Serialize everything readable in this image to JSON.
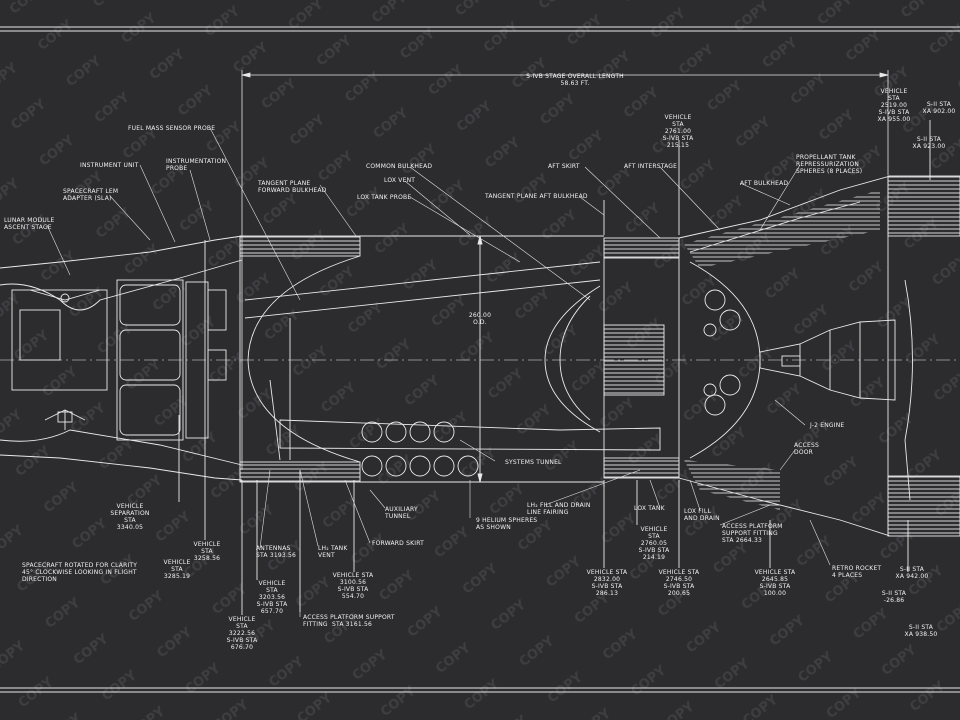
{
  "diagram": {
    "watermark": "COPY",
    "overall_length_title": "S-IVB STAGE OVERALL LENGTH",
    "overall_length_value": "58.63 FT.",
    "diameter_value": "260.00",
    "diameter_label": "O.D.",
    "labels": {
      "fuel_mass_sensor_probe": "FUEL MASS SENSOR PROBE",
      "instrument_unit": "INSTRUMENT UNIT",
      "instrumentation_probe": "INSTRUMENTATION\nPROBE",
      "spacecraft_lem_adapter": "SPACECRAFT LEM\nADAPTER (SLA)",
      "lunar_module_ascent_stage": "LUNAR MODULE\nASCENT STAGE",
      "tangent_plane_forward_bulkhead": "TANGENT PLANE\nFORWARD BULKHEAD",
      "common_bulkhead": "COMMON BULKHEAD",
      "lox_vent": "LOX VENT",
      "lox_tank_probe": "LOX TANK PROBE",
      "tangent_plane_aft_bulkhead": "TANGENT PLANE AFT BULKHEAD",
      "aft_skirt": "AFT SKIRT",
      "aft_interstage": "AFT INTERSTAGE",
      "aft_bulkhead": "AFT BULKHEAD",
      "propellant_tank_spheres": "PROPELLANT TANK\nREPRESSURIZATION\nSPHERES (8 PLACES)",
      "j2_engine": "J-2 ENGINE",
      "access_door": "ACCESS\nDOOR",
      "systems_tunnel": "SYSTEMS TUNNEL",
      "auxiliary_tunnel": "AUXILIARY\nTUNNEL",
      "forward_skirt": "FORWARD SKIRT",
      "helium_spheres": "9 HELIUM SPHERES\nAS SHOWN",
      "lh2_fill_drain": "LH₂ FILL AND DRAIN\nLINE FAIRING",
      "lox_tank": "LOX TANK",
      "lox_fill_drain": "LOX FILL\nAND DRAIN",
      "access_platform_aft": "ACCESS PLATFORM\nSUPPORT FITTING\nSTA 2664.33",
      "retro_rocket": "RETRO ROCKET\n4 PLACES",
      "lh2_tank_vent": "LH₂ TANK\nVENT",
      "antennas": "ANTENNAS\nSTA 3193.56",
      "access_platform_fwd": "ACCESS PLATFORM SUPPORT\nFITTING  STA 3161.56",
      "spacecraft_rotated": "SPACECRAFT ROTATED FOR CLARITY\n45° CLOCKWISE LOOKING IN FLIGHT\nDIRECTION",
      "vehicle_sep_sta": "VEHICLE\nSEPARATION\nSTA\n3340.05",
      "vehicle_sta_3258": "VEHICLE\nSTA\n3258.56",
      "vehicle_sta_3285": "VEHICLE\nSTA\n3285.19",
      "vehicle_sta_3203": "VEHICLE\nSTA\n3203.56\nS-IVB STA\n657.70",
      "vehicle_sta_3222": "VEHICLE\nSTA\n3222.56\nS-IVB STA\n676.70",
      "vehicle_sta_3100": "VEHICLE STA\n3100.56\nS-IVB STA\n554.70",
      "vehicle_sta_2832": "VEHICLE STA\n2832.00\nS-IVB STA\n286.13",
      "vehicle_sta_2760": "VEHICLE\nSTA\n2760.05\nS-IVB STA\n214.19",
      "vehicle_sta_2746": "VEHICLE STA\n2746.50\nS-IVB STA\n200.65",
      "vehicle_sta_2645": "VEHICLE STA\n2645.85\nS-IVB STA\n100.00",
      "vehicle_sta_2761": "VEHICLE\nSTA\n2761.00\nS-IVB STA\n215.15",
      "vehicle_sta_2519": "VEHICLE\nSTA\n2519.00\nS-IVB STA\nXA 955.00",
      "sii_sta_902": "S-II STA\nXA 902.00",
      "sii_sta_923": "S-II STA\nXA 923.00",
      "sii_sta_942": "S-II STA\nXA 942.00",
      "sii_sta_26": "S-II STA\n-26.86",
      "sii_sta_938": "S-II STA\nXA 938.50"
    }
  }
}
